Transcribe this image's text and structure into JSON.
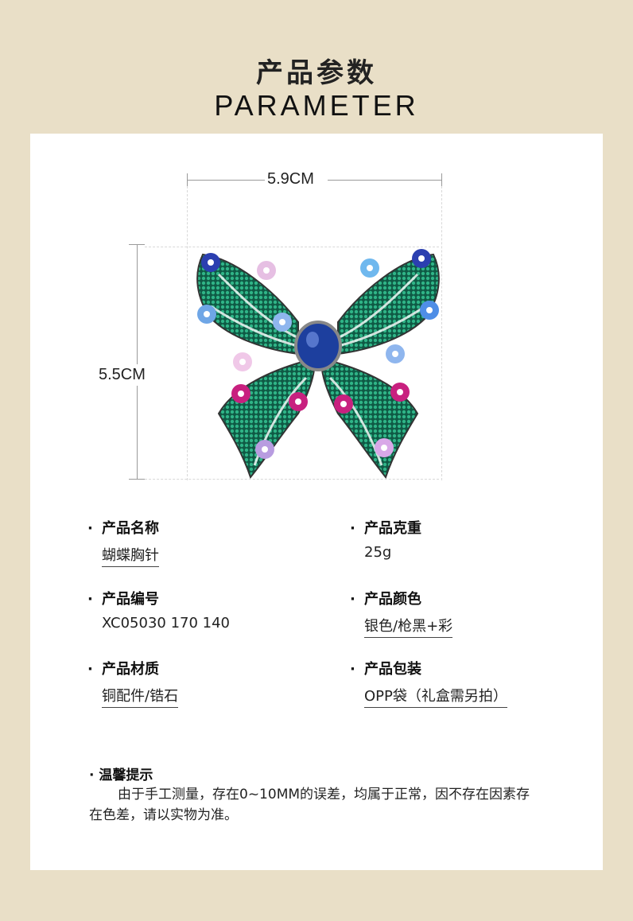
{
  "header": {
    "title_cn": "产品参数",
    "title_en": "PARAMETER"
  },
  "dimensions": {
    "width": "5.9CM",
    "height": "5.5CM"
  },
  "colors": {
    "background": "#e9dfc7",
    "panel": "#ffffff",
    "stone_green": "#1f8f6a",
    "stone_blue": "#1d3f9e"
  },
  "specs": [
    {
      "label": "产品名称",
      "value": "蝴蝶胸针"
    },
    {
      "label": "产品克重",
      "value": "25g"
    },
    {
      "label": "产品编号",
      "value": "XC05030 170 140"
    },
    {
      "label": "产品颜色",
      "value": "银色/枪黑+彩"
    },
    {
      "label": "产品材质",
      "value": "铜配件/锆石"
    },
    {
      "label": "产品包装",
      "value": "OPP袋（礼盒需另拍）"
    }
  ],
  "tip": {
    "title": "温馨提示",
    "text": "由于手工测量，存在0~10MM的误差，均属于正常，因不存在因素存在色差，请以实物为准。"
  }
}
